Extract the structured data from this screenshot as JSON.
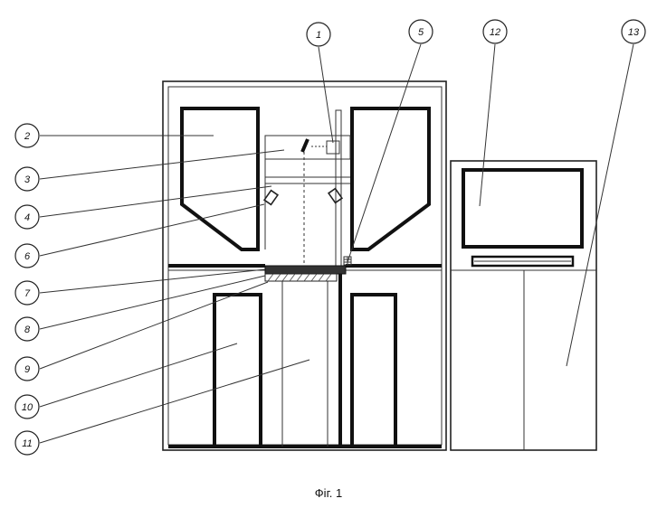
{
  "callouts": [
    {
      "label": "1"
    },
    {
      "label": "2"
    },
    {
      "label": "3"
    },
    {
      "label": "4"
    },
    {
      "label": "5"
    },
    {
      "label": "6"
    },
    {
      "label": "7"
    },
    {
      "label": "8"
    },
    {
      "label": "9"
    },
    {
      "label": "10"
    },
    {
      "label": "11"
    },
    {
      "label": "12"
    },
    {
      "label": "13"
    }
  ],
  "caption": "Фіг. 1"
}
